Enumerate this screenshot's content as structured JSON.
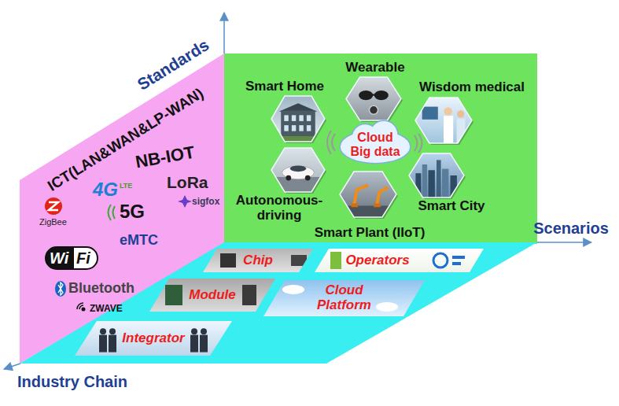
{
  "diagram": {
    "nodes": [
      {
        "text": [
          "Standards",
          "ICT(LAN&WAN&LP-WAN)"
        ]
      },
      {
        "text": [
          "Scenarios"
        ]
      },
      {
        "text": [
          "Smart Home"
        ],
        "in": 1
      },
      {
        "text": [
          "Wearable"
        ],
        "in": 1
      },
      {
        "text": [
          "Wisdom medical"
        ],
        "in": 1
      },
      {
        "text": [
          "Cloud Big data"
        ],
        "in": 1
      },
      {
        "text": [
          "Autonomous-driving"
        ],
        "in": 1
      },
      {
        "text": [
          "Smart Plant (IIoT)"
        ],
        "in": 1
      },
      {
        "text": [
          "Smart City"
        ],
        "in": 1
      },
      {
        "text": [
          "Industry Chain"
        ]
      },
      {
        "text": [
          "Chip"
        ],
        "in": 9
      },
      {
        "text": [
          "Operators"
        ],
        "in": 9
      },
      {
        "text": [
          "Module"
        ],
        "in": 9
      },
      {
        "text": [
          "Cloud Platform"
        ],
        "in": 9
      },
      {
        "text": [
          "Integrator"
        ],
        "in": 9
      }
    ],
    "labels": [
      "NB-IOT",
      "4G",
      "LTE",
      "LoRa",
      "ZigBee",
      "sigfox",
      "5G",
      "eMTC",
      "Wi",
      "Fi",
      "Bluetooth",
      "ZWAVE"
    ]
  }
}
